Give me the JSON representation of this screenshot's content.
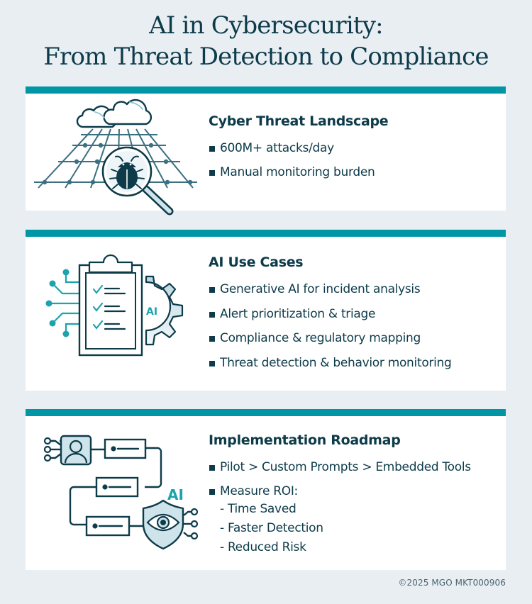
{
  "header": {
    "title_line1": "AI in Cybersecurity:",
    "title_line2": "From Threat Detection to Compliance"
  },
  "colors": {
    "background": "#e9eef3",
    "accent_bar": "#0096a6",
    "text_dark": "#0d3b4a",
    "icon_fill_light": "#cfe3ea",
    "icon_teal": "#1ba3ae"
  },
  "sections": [
    {
      "heading": "Cyber Threat Landscape",
      "icon": "magnifier-bug-network-icon",
      "bullets": [
        "600M+ attacks/day",
        "Manual monitoring burden"
      ]
    },
    {
      "heading": "AI Use Cases",
      "icon": "clipboard-checklist-gear-ai-icon",
      "icon_label": "AI",
      "bullets": [
        "Generative AI for incident analysis",
        "Alert prioritization & triage",
        "Compliance & regulatory mapping",
        "Threat detection & behavior monitoring"
      ]
    },
    {
      "heading": "Implementation Roadmap",
      "icon": "workflow-shield-eye-ai-icon",
      "icon_label": "AI",
      "bullets": [
        "Pilot > Custom Prompts > Embedded Tools",
        "Measure ROI:"
      ],
      "sub_items": [
        "- Time Saved",
        "- Faster Detection",
        "- Reduced Risk"
      ]
    }
  ],
  "footer": {
    "copyright": "©2025 MGO MKT000906"
  }
}
